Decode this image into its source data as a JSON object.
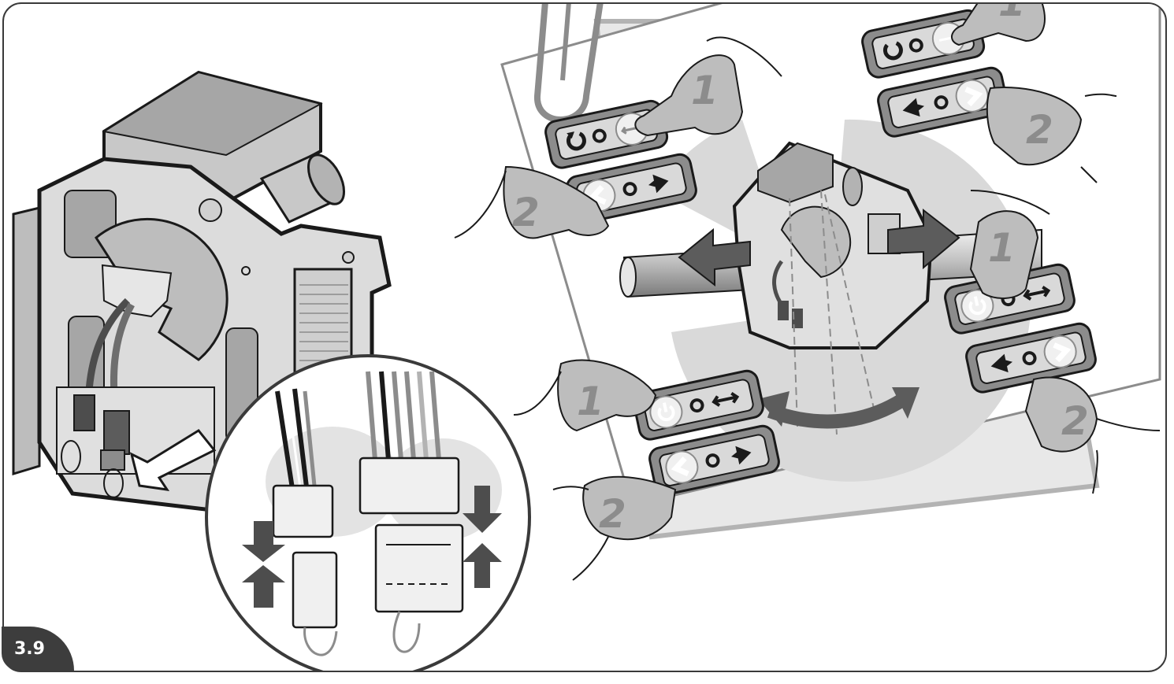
{
  "figure": {
    "label": "3.9"
  },
  "steps": {
    "press": "1",
    "slide": "2"
  },
  "icons": {
    "reset": "reset-arrow-icon",
    "power": "power-icon",
    "double_arrow": "double-arrow-icon",
    "arrow_left": "arrow-left-icon",
    "arrow_right": "arrow-right-icon"
  },
  "colors": {
    "dark": "#3d3d3d",
    "mid": "#8c8c8c",
    "light": "#d9d9d9",
    "outline": "#1a1a1a"
  }
}
